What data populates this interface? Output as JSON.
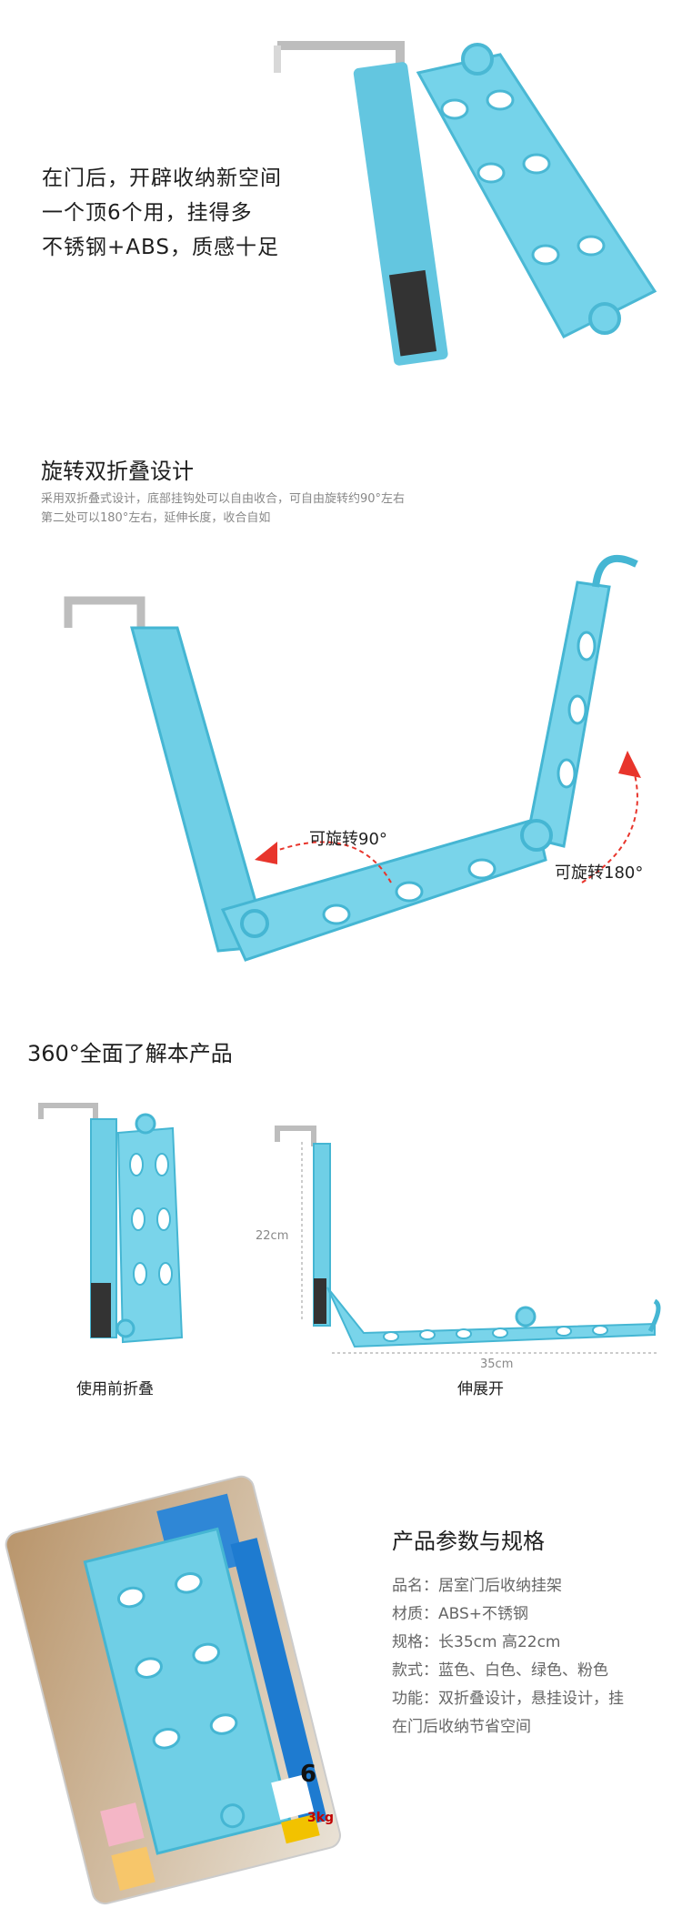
{
  "intro": {
    "lines": [
      "在门后，开辟收纳新空间",
      "一个顶6个用，挂得多",
      "不锈钢+ABS，质感十足"
    ]
  },
  "rotate_section": {
    "title": "旋转双折叠设计",
    "desc": [
      "采用双折叠式设计，底部挂钩处可以自由收合，可自由旋转约90°左右",
      "第二处可以180°左右，延伸长度，收合自如"
    ],
    "label_90": "可旋转90°",
    "label_180": "可旋转180°"
  },
  "view_section": {
    "title": "360°全面了解本产品",
    "dim_height": "22cm",
    "dim_width": "35cm",
    "caption_folded": "使用前折叠",
    "caption_extended": "伸展开"
  },
  "package": {
    "count_label": "6",
    "weight_label": "3kg"
  },
  "spec": {
    "title": "产品参数与规格",
    "rows": [
      "品名：居室门后收纳挂架",
      "材质：ABS+不锈钢",
      "规格：长35cm 高22cm",
      "款式：蓝色、白色、绿色、粉色",
      "功能：双折叠设计，悬挂设计，挂",
      "在门后收纳节省空间"
    ]
  },
  "colors": {
    "product_blue": "#6fcfe6",
    "product_blue_dark": "#45b6d3",
    "steel": "#cfcfcf",
    "arrow_red": "#e8352c"
  }
}
